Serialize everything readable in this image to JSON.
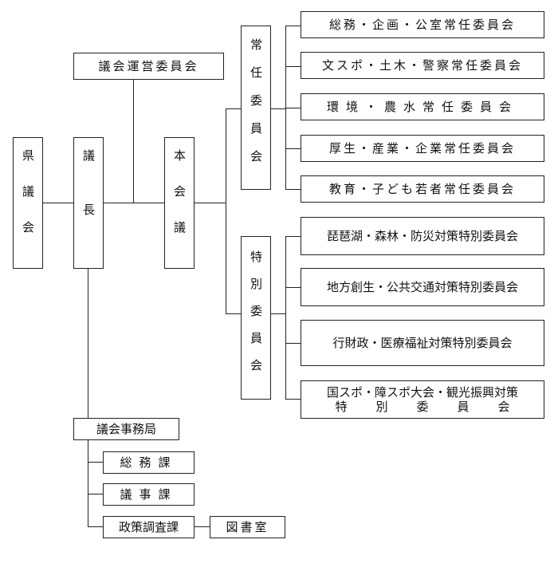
{
  "prefectural_assembly": "県議会",
  "chairman": "議長",
  "plenary_session": "本会議",
  "steering_committee": "議会運営委員会",
  "standing_committee": "常任委員会",
  "special_committee": "特別委員会",
  "standing_committees": [
    "総務・企画・公室常任委員会",
    "文スポ・土木・警察常任委員会",
    "環境・農水常任委員会",
    "厚生・産業・企業常任委員会",
    "教育・子ども若者常任委員会"
  ],
  "special_committees": [
    "琵琶湖・森林・防災対策特別委員会",
    "地方創生・公共交通対策特別委員会",
    "行財政・医療福祉対策特別委員会"
  ],
  "special_committee_last": {
    "line1": "国スポ・障スポ大会・観光振興対策",
    "line2": "特別委員会"
  },
  "secretariat": "議会事務局",
  "sections": [
    "総務課",
    "議事課",
    "政策調査課"
  ],
  "library": "図書室"
}
